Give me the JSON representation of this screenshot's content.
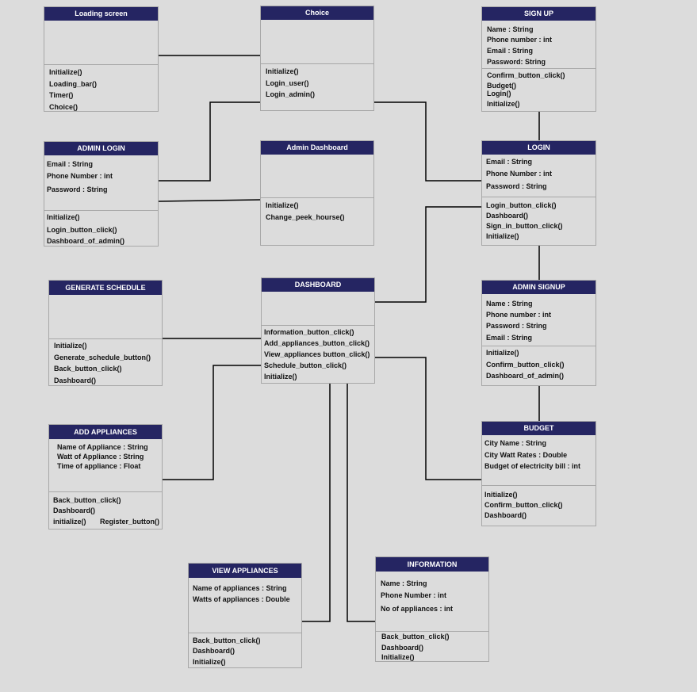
{
  "classes": {
    "loading_screen": {
      "title": "Loading screen",
      "attributes": [],
      "methods": [
        "Initialize()",
        "Loading_bar()",
        "Timer()",
        "Choice()"
      ]
    },
    "choice": {
      "title": "Choice",
      "attributes": [],
      "methods": [
        "Initialize()",
        "Login_user()",
        "Login_admin()"
      ]
    },
    "sign_up": {
      "title": "SIGN UP",
      "attributes": [
        "Name : String",
        "Phone number : int",
        "Email : String",
        "Password: String"
      ],
      "methods": [
        "Confirm_button_click()",
        "Budget()",
        "Login()",
        "Initialize()"
      ]
    },
    "admin_login": {
      "title": "ADMIN LOGIN",
      "attributes": [
        "Email : String",
        "Phone Number : int",
        "Password : String"
      ],
      "methods": [
        "Initialize()",
        "Login_button_click()",
        "Dashboard_of_admin()"
      ]
    },
    "admin_dashboard": {
      "title": "Admin Dashboard",
      "attributes": [],
      "methods": [
        "Initialize()",
        "Change_peek_hourse()"
      ]
    },
    "login": {
      "title": "LOGIN",
      "attributes": [
        "Email : String",
        "Phone Number : int",
        "Password : String"
      ],
      "methods": [
        "Login_button_click()",
        "Dashboard()",
        "Sign_in_button_click()",
        "Initialize()"
      ]
    },
    "generate_schedule": {
      "title": "GENERATE SCHEDULE",
      "attributes": [],
      "methods": [
        "Initialize()",
        "Generate_schedule_button()",
        "Back_button_click()",
        "Dashboard()"
      ]
    },
    "dashboard": {
      "title": "DASHBOARD",
      "attributes": [],
      "methods": [
        "Information_button_click()",
        "Add_appliances_button_click()",
        "View_appliances button_click()",
        "Schedule_button_click()",
        "Initialize()"
      ]
    },
    "admin_signup": {
      "title": "ADMIN SIGNUP",
      "attributes": [
        "Name : String",
        "Phone number : int",
        "Password : String",
        "Email : String"
      ],
      "methods": [
        "Initialize()",
        "Confirm_button_click()",
        "Dashboard_of_admin()"
      ]
    },
    "add_appliances": {
      "title": "ADD APPLIANCES",
      "attributes": [
        "Name of Appliance : String",
        "Watt of Appliance : String",
        "Time of appliance : Float"
      ],
      "methods": [
        "Back_button_click()",
        "Dashboard()",
        "initialize()",
        "Register_button()"
      ]
    },
    "budget": {
      "title": "BUDGET",
      "attributes": [
        "City Name : String",
        "City Watt Rates : Double",
        "Budget of electricity bill : int"
      ],
      "methods": [
        "Initialize()",
        "Confirm_button_click()",
        "Dashboard()"
      ]
    },
    "view_appliances": {
      "title": "VIEW APPLIANCES",
      "attributes": [
        "Name of appliances : String",
        "Watts of appliances : Double"
      ],
      "methods": [
        "Back_button_click()",
        "Dashboard()",
        "Initialize()"
      ]
    },
    "information": {
      "title": "INFORMATION",
      "attributes": [
        "Name : String",
        "Phone Number : int",
        "No of appliances : int"
      ],
      "methods": [
        "Back_button_click()",
        "Dashboard()",
        "Initialize()"
      ]
    }
  },
  "colors": {
    "header": "#252562",
    "background": "#dcdcdc",
    "border": "#a8a8a8",
    "connector": "#000000"
  }
}
